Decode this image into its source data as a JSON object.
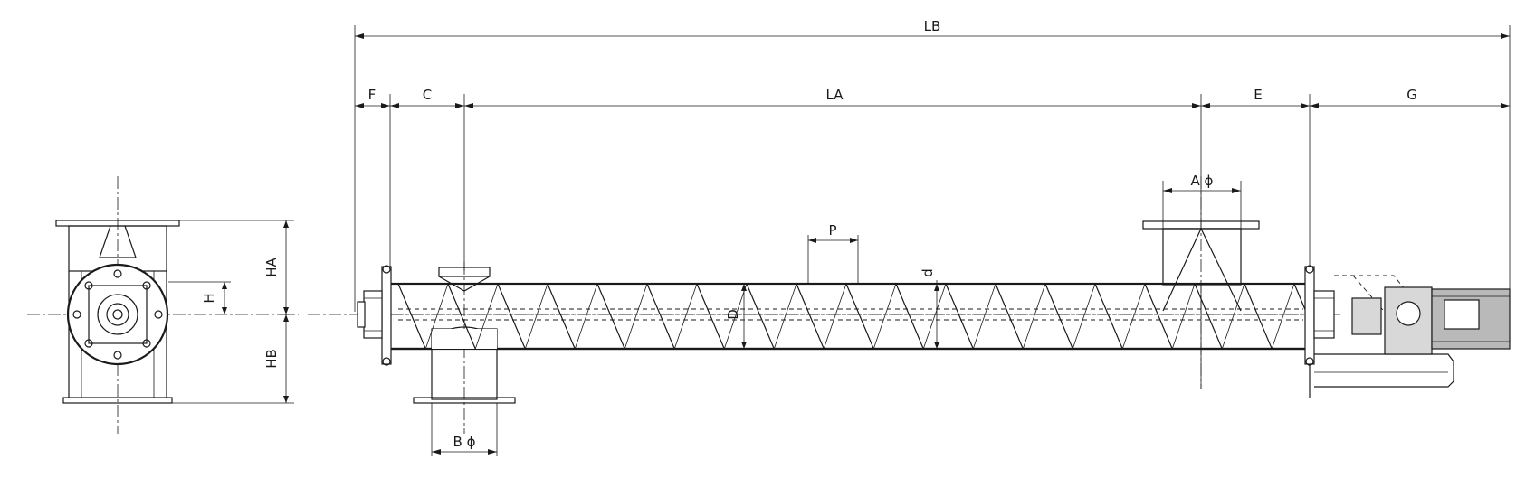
{
  "dimensions": {
    "LB": "LB",
    "F": "F",
    "C": "C",
    "LA": "LA",
    "E": "E",
    "G": "G",
    "A_phi": "A ϕ",
    "B_phi": "B ϕ",
    "P": "P",
    "d": "d",
    "D": "D",
    "H": "H",
    "HA": "HA",
    "HB": "HB"
  }
}
